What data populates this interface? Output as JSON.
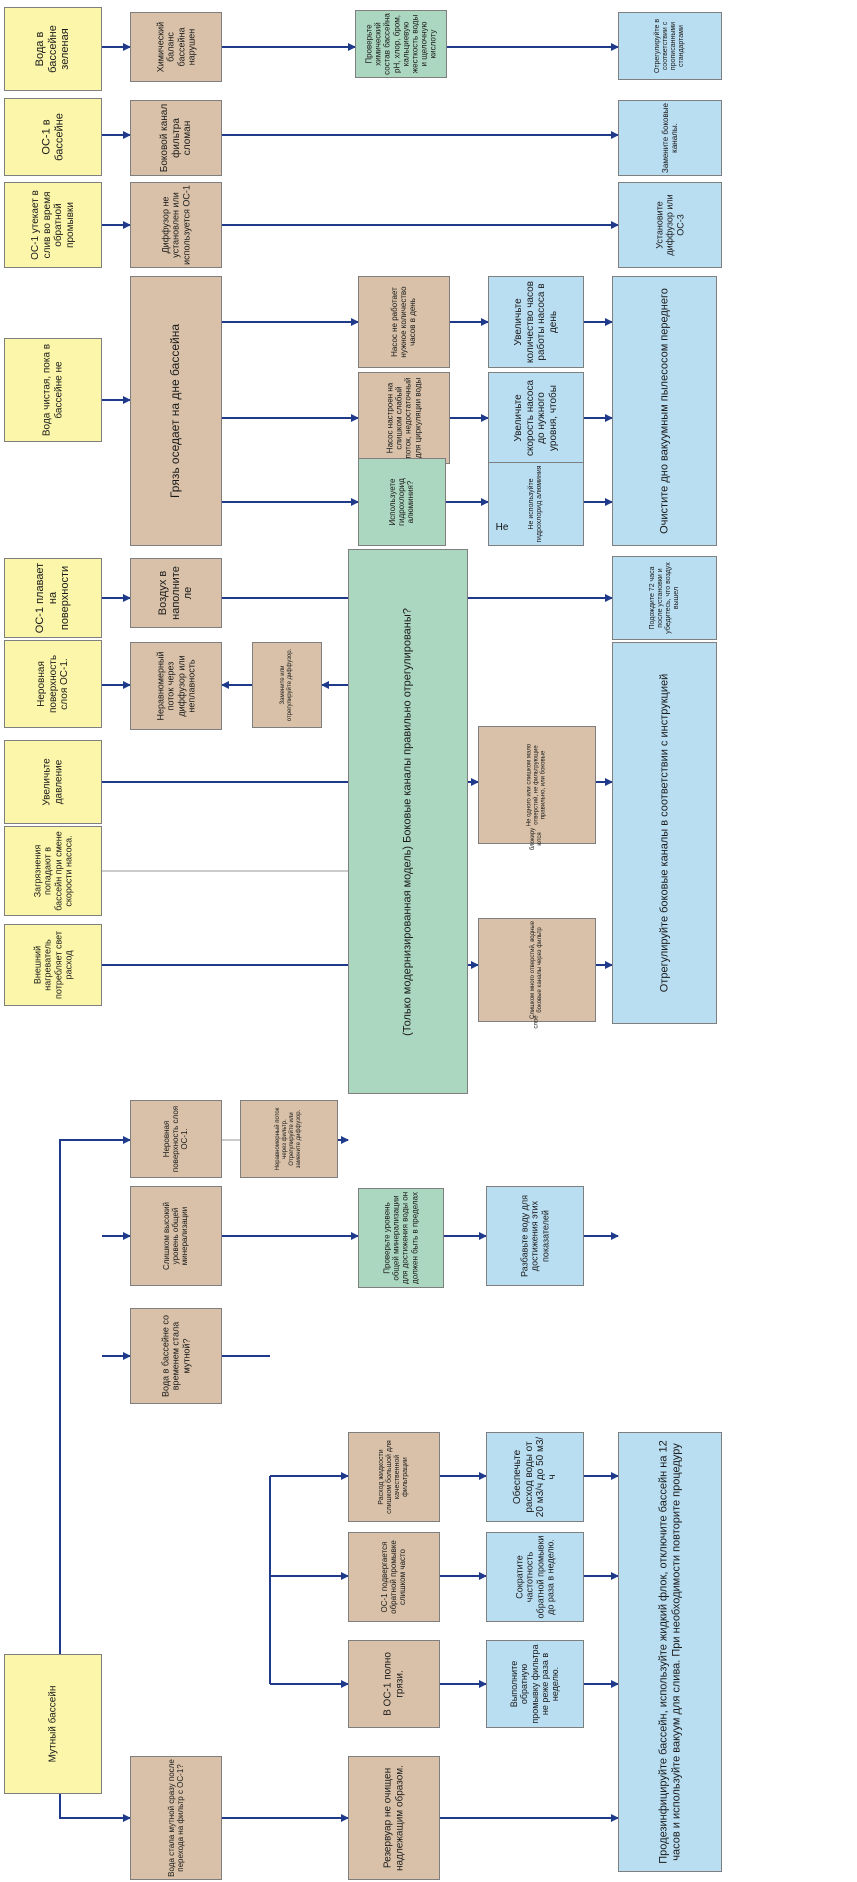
{
  "colors": {
    "yellow": "#fbf6a9",
    "tan": "#d8c1a8",
    "green": "#abd6bf",
    "blue": "#b9ddf1",
    "line": "#1f3a8a",
    "thin_line": "#9a9a9a"
  },
  "nodes": {
    "y1": "Вода в бассейне зеленая",
    "y2": "ОС-1 в бассейне",
    "y3": "ОС-1 утекает в слив во время обратной промывки",
    "y4": "Вода чистая, пока в бассейне не",
    "y5": "ОС-1 плавает на поверхности",
    "y6": "Неровная поверхность слоя ОС-1.",
    "y7": "Увеличьте давление",
    "y8": "Загрязнения попадают в бассейн при смене скорости насоса.",
    "y9": "Внешний нагреватель потребляет свет расход",
    "y10": "Мутный бассейн",
    "t1": "Химический баланс бассейна нарушен",
    "t2": "Боковой канал фильтра сломан",
    "t3": "Диффузор не установлен или используется ОС-1",
    "t4": "Грязь оседает на дне бассейна",
    "t5": "Насос не работает нужное количество часов в день",
    "t6": "Насос настроен на слишком слабый поток, недостаточный для циркуляции воды",
    "t7": "Воздух в наполните ле",
    "t8": "Неравномерный поток через диффузор или неплавность",
    "t9": "Замените или отрегулируйте диффузор.",
    "t10": "Неровная поверхность слоя ОС-1.",
    "t11": "Неравномерный поток через фильтр. Отрегулируйте или замените диффузор.",
    "t12": "Слишком высокий уровень общей минерализации",
    "t13": "Вода в бассейне со временем стала мутной?",
    "t14": "Расход жидкости слишком большой для качественной фильтрации",
    "t15": "ОС-1 подвергается обратной промывке слишком часто",
    "t16": "В ОС-1 полно грязи.",
    "t17": "Вода стала мутной сразу после перехода на фильтр с ОС-1?",
    "t18": "Резервуар не очищен надлежащим образом.",
    "t19": "Не одного или слишком мало отверстий, не фильтрующие правильно, или боковые",
    "t20": "блокируются",
    "t21": "Слишком много отверстий, водные боковые каналы через фильтр",
    "t22": "слоё",
    "g1": "Проверьте химический состав бассейна рН, хлор, бром, кальциевую жесткость воды и щелочную кислоту",
    "g2": "Используете гидрохлорид алюминия?",
    "g3": "Проверьте уровень общей минерализации для достижения воды он должен быть в пределах",
    "big": "(Только модернизированная модель) Боковые каналы правильно отрегулированы?",
    "b1": "Отрегулируйте в соответствии с прописанными стандартами",
    "b2": "Замените боковые каналы.",
    "b3": "Установите диффузор или ОС-3",
    "b4": "Увеличьте количество часов работы насоса в день",
    "b5": "Увеличьте скорость насоса до нужного уровня, чтобы",
    "b6": "Не используйте гидрохлорид алюминия",
    "b7": "Очистите дно вакуумным пылесосом переднего",
    "b8": "Подождите 72 часа после установки и убедитесь, что воздух вышел",
    "b9": "Отрегулируйте боковые каналы в соответствии с инструкцией",
    "b10": "Разбавьте воду для достижения этих показателей",
    "b11": "Обеспечьте расход воды от 20 м3/ч до 50 м3/ч",
    "b12": "Сократите частотность обратной промывки до раза в неделю.",
    "b13": "Выполните обратную промывку фильтра не реже раза в неделю.",
    "b14": "Продезинфицируйте бассейн, используйте жидкий флок, отключите бассейн на 12 часов и используйте вакуум для слива. При необходимости повторите процедуру",
    "nh": "Не"
  }
}
